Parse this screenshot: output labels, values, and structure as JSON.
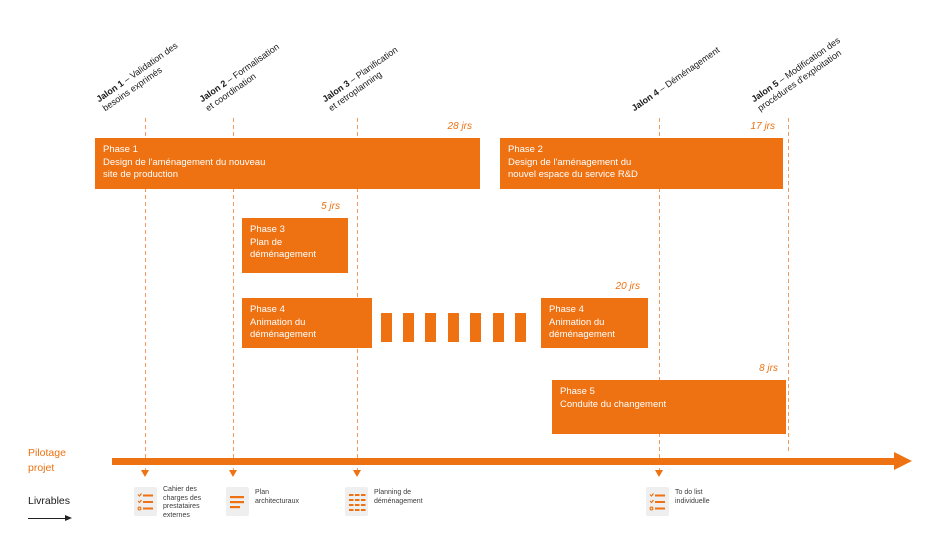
{
  "colors": {
    "accent_orange": "#ee7112",
    "dash_orange": "#f49a58",
    "icon_background": "#efefef",
    "label_text": "#1a1a1a",
    "caption_text": "#3c3c3c"
  },
  "milestones": [
    {
      "name": "Jalon 1",
      "line1": " – Validation des",
      "line2": "besoins exprimés"
    },
    {
      "name": "Jalon 2",
      "line1": " – Formalisation",
      "line2": "et coordination"
    },
    {
      "name": "Jalon 3",
      "line1": " – Planification",
      "line2": "et retroplanning"
    },
    {
      "name": "Jalon 4",
      "line1": " – Déménagement",
      "line2": ""
    },
    {
      "name": "Jalon 5",
      "line1": " – Modification des",
      "line2": "procédures d'exploitation"
    }
  ],
  "phases": [
    {
      "name": "Phase 1",
      "desc1": "Design de l'aménagement du nouveau",
      "desc2": "site de production",
      "duration": "28 jrs"
    },
    {
      "name": "Phase 2",
      "desc1": "Design de l'aménagement du",
      "desc2": "nouvel espace du service R&D",
      "duration": "17 jrs"
    },
    {
      "name": "Phase 3",
      "desc1": "Plan de",
      "desc2": "déménagement",
      "duration": "5 jrs"
    },
    {
      "name": "Phase 4",
      "desc1": "Animation du",
      "desc2": "déménagement",
      "duration": ""
    },
    {
      "name": "Phase 4",
      "desc1": "Animation du",
      "desc2": "déménagement",
      "duration": "20 jrs"
    },
    {
      "name": "Phase 5",
      "desc1": "Conduite du changement",
      "desc2": "",
      "duration": "8 jrs"
    }
  ],
  "pilotage": {
    "line1": "Pilotage",
    "line2": "projet"
  },
  "livrables_label": "Livrables",
  "deliverables": [
    {
      "icon": "todo-checklist-icon",
      "l1": "Cahier des",
      "l2": "charges des",
      "l3": "prestataires",
      "l4": "externes"
    },
    {
      "icon": "document-lines-icon",
      "l1": "Plan",
      "l2": "architecturaux",
      "l3": "",
      "l4": ""
    },
    {
      "icon": "table-grid-icon",
      "l1": "Planning de",
      "l2": "déménagement",
      "l3": "",
      "l4": ""
    },
    {
      "icon": "todo-checklist-icon",
      "l1": "To do list",
      "l2": "individuelle",
      "l3": "",
      "l4": ""
    }
  ]
}
